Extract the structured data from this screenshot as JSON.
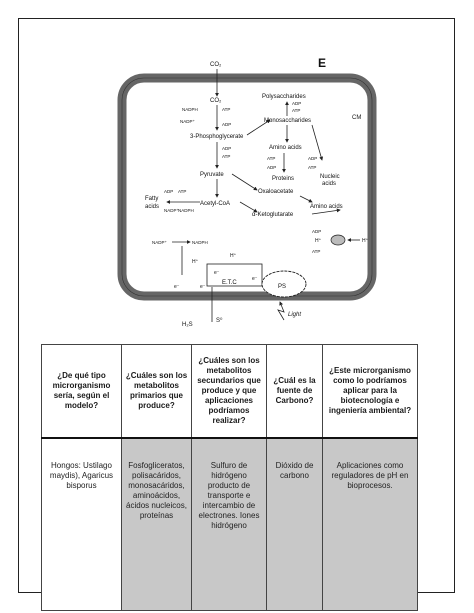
{
  "figure": {
    "panel_letter": "E",
    "cm_label": "CM",
    "co2_top": "CO₂",
    "co2_inner": "CO₂",
    "nadph": "NADPH",
    "nadp_plus": "NADP⁺",
    "atp": "ATP",
    "adp": "ADP",
    "phosphoglycerate": "3-Phosphoglycerate",
    "polysaccharides": "Polysaccharides",
    "monosaccharides": "Monosaccharides",
    "amino_acids": "Amino acids",
    "proteins": "Proteins",
    "nucleic_acids_1": "Nucleic",
    "nucleic_acids_2": "acids",
    "pyruvate": "Pyruvate",
    "acetyl_coa": "Acetyl-CoA",
    "fatty_1": "Fatty",
    "fatty_2": "acids",
    "oxaloacetate": "Oxaloacetate",
    "amino_acids_2": "Amino acids",
    "ketoglutarate": "α-Ketoglutarate",
    "h_plus": "H⁺",
    "e_minus": "e⁻",
    "etc": "E.T.C",
    "ps": "PS",
    "light": "Light",
    "h2s": "H₂S",
    "s0": "S⁰"
  },
  "table": {
    "headers": [
      "¿De qué tipo microrganismo sería, según el modelo?",
      "¿Cuáles son los metabolitos primarios que produce?",
      "¿Cuáles son los metabolitos secundarios que produce y que aplicaciones podríamos realizar?",
      "¿Cuál es la fuente de Carbono?",
      "¿Este microrganismo como lo podríamos aplicar para la biotecnología e ingeniería ambiental?"
    ],
    "answers": [
      "Hongos: Ustilago maydis), Agaricus bisporus",
      "Fosfogliceratos, polisacáridos, monosacáridos, aminoácidos, ácidos nucleicos, proteínas",
      "Sulfuro de hidrógeno producto de transporte e intercambio de electrones. Iones hidrógeno",
      "Dióxido de carbono",
      "Aplicaciones como reguladores de pH en bioprocesos."
    ]
  }
}
